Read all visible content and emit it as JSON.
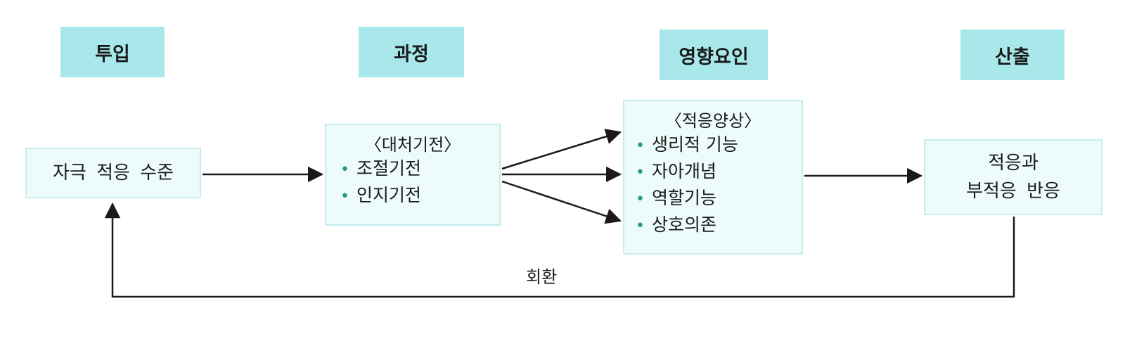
{
  "diagram": {
    "stages": {
      "input": "투입",
      "process": "과정",
      "factors": "영향요인",
      "output": "산출"
    },
    "input_box": {
      "text": "자극 적응 수준"
    },
    "process_box": {
      "title": "〈대처기전〉",
      "items": [
        "조절기전",
        "인지기전"
      ]
    },
    "factors_box": {
      "title": "〈적응양상〉",
      "items": [
        "생리적 기능",
        "자아개념",
        "역할기능",
        "상호의존"
      ]
    },
    "output_box": {
      "lines": [
        "적응과",
        "부적응 반응"
      ]
    },
    "feedback_label": "회환",
    "bullet_symbol": "•",
    "colors": {
      "header_bg": "#a8e8ea",
      "box_bg": "#eefbfb",
      "box_border": "#c6ecee",
      "bullet": "#1f9a8c",
      "arrow": "#1a1a1a"
    }
  }
}
